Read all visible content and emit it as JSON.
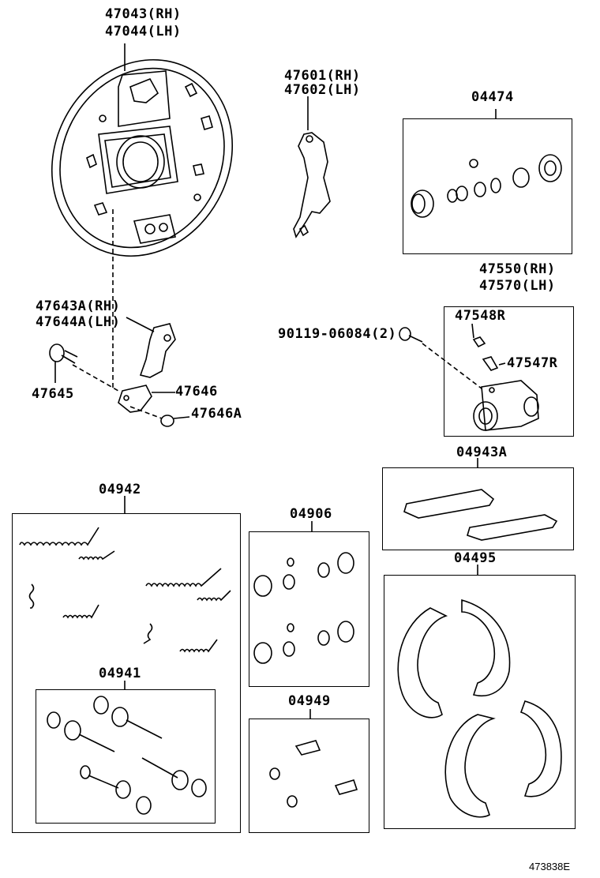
{
  "labels": {
    "backing_plate": [
      "47043(RH)",
      "47044(LH)"
    ],
    "parking_lever": [
      "47601(RH)",
      "47602(LH)"
    ],
    "kit_04474": "04474",
    "wheel_cyl_assy": [
      "47550(RH)",
      "47570(LH)"
    ],
    "bleeder_cap": "47548R",
    "bleeder_plug": "47547R",
    "bolt": "90119-06084(2)",
    "adjust_lever": [
      "47643A(RH)",
      "47644A(LH)"
    ],
    "pin_47645": "47645",
    "lever_47646": "47646",
    "washer_47646A": "47646A",
    "kit_04942": "04942",
    "kit_04906": "04906",
    "kit_04943A": "04943A",
    "kit_04495": "04495",
    "kit_04941": "04941",
    "kit_04949": "04949"
  },
  "diagram_id": "473838E"
}
